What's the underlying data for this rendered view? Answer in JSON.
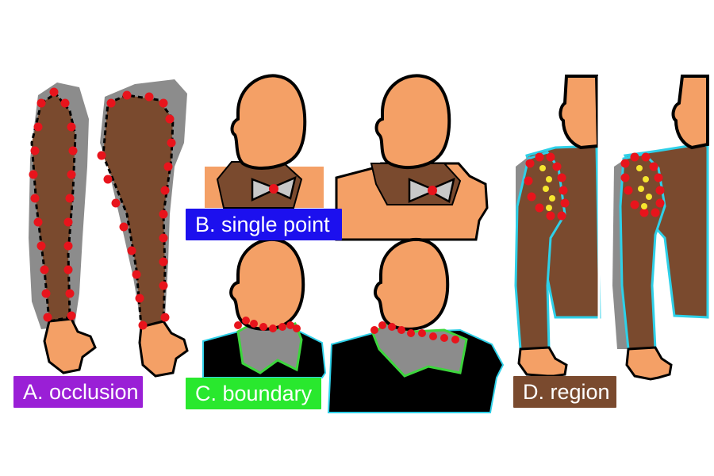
{
  "labels": {
    "occlusion": "A. occlusion",
    "single_point": "B. single point",
    "boundary": "C. boundary",
    "region": "D. region"
  },
  "colors": {
    "label_a_bg": "#9a1fd6",
    "label_b_bg": "#1c10ee",
    "label_c_bg": "#29e82e",
    "label_d_bg": "#7a4a2e",
    "skin": "#f4a066",
    "sleeve": "#7a4a2e",
    "shadow": "#8c8c8c",
    "outline": "#000000",
    "point": "#e8141c",
    "region_point": "#f5e62e",
    "boundary_green": "#3dd63d",
    "boundary_cyan": "#2ed0e8",
    "bowtie": "#c8c8c8"
  },
  "panels": {
    "a": {
      "icon": "arm-occlusion-icon"
    },
    "b": {
      "icon": "bowtie-single-point-icon"
    },
    "c": {
      "icon": "collar-boundary-icon"
    },
    "d": {
      "icon": "shoulder-region-icon"
    }
  }
}
